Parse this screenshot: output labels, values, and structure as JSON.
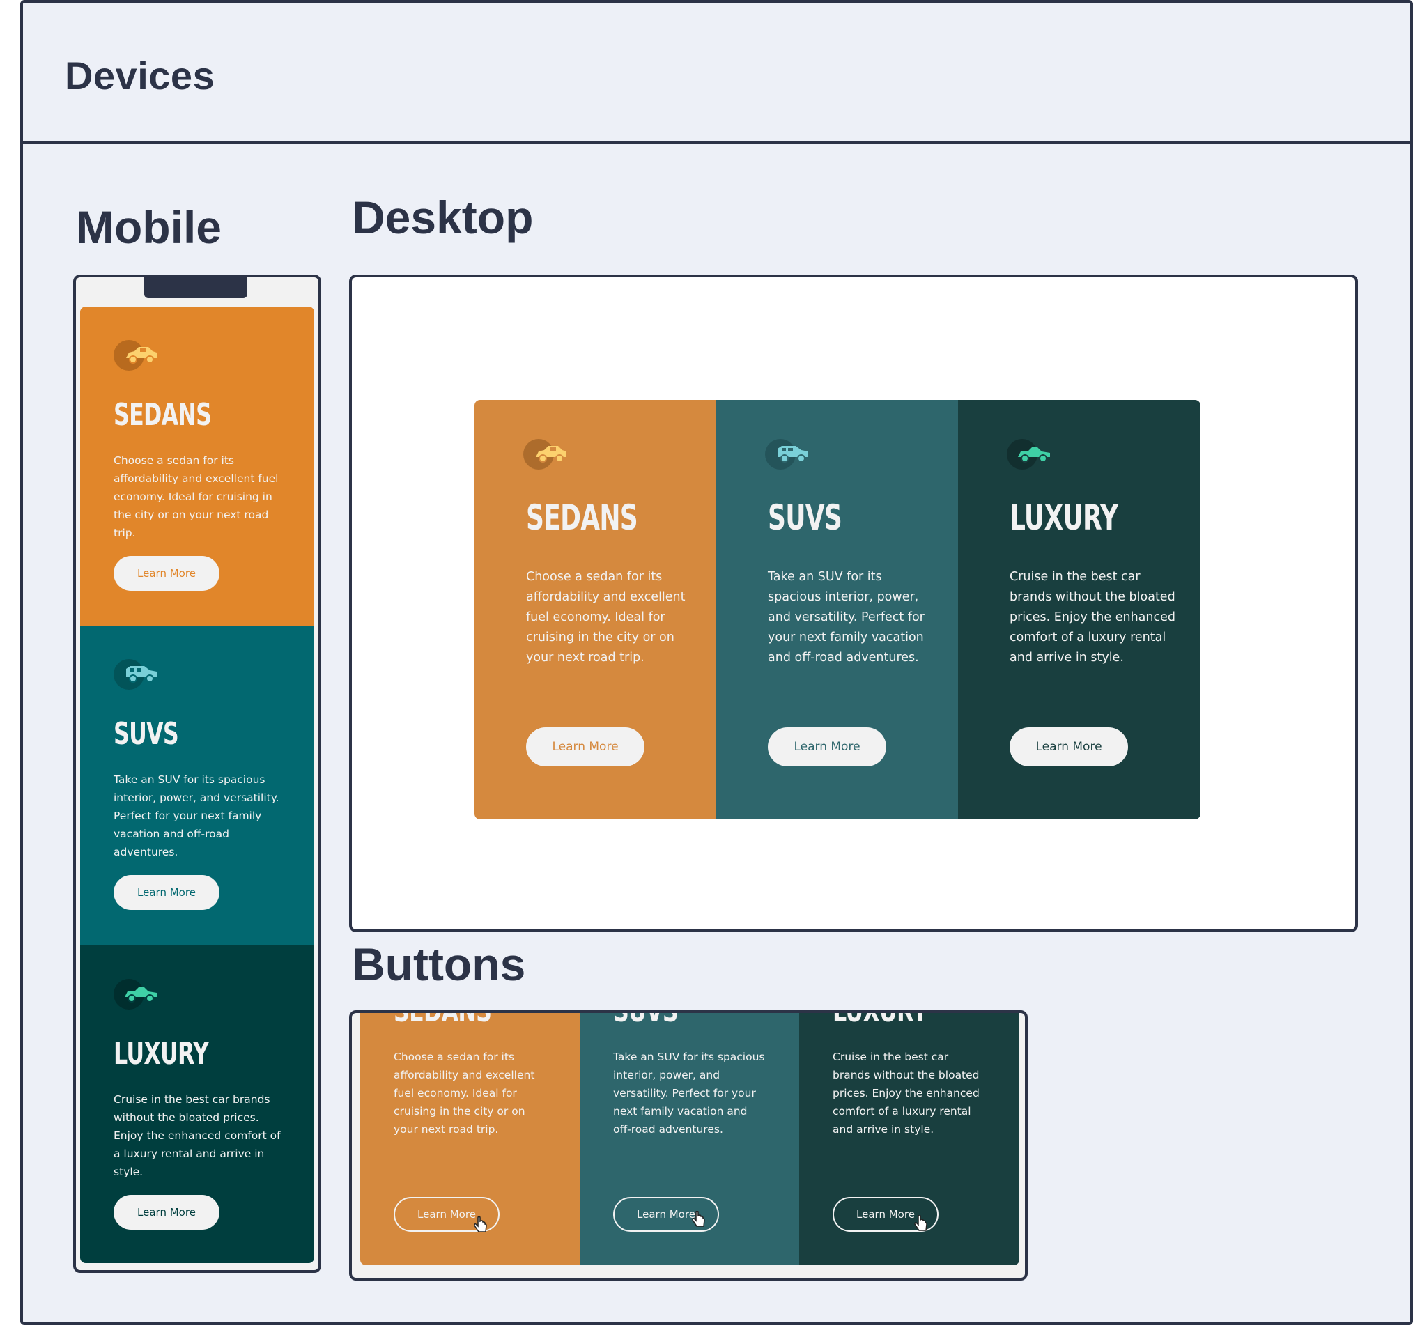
{
  "header": {
    "title": "Devices"
  },
  "sections": {
    "mobile": "Mobile",
    "desktop": "Desktop",
    "buttons": "Buttons"
  },
  "colors": {
    "sedans": "#e1862a",
    "suvs": "#026870",
    "luxury": "#003e3e",
    "sedans_soft": "#d5893e",
    "suvs_soft": "#2e666c",
    "luxury_soft": "#193f3f"
  },
  "cards": [
    {
      "title": "SEDANS",
      "icon": "sedan-car-icon",
      "description": "Choose a sedan for its affordability and excellent fuel economy. Ideal for cruising in the city or on your next road trip.",
      "button": "Learn More"
    },
    {
      "title": "SUVS",
      "icon": "suv-car-icon",
      "description": "Take an SUV for its spacious interior, power, and versatility. Perfect for your next family vacation and off-road adventures.",
      "button": "Learn More"
    },
    {
      "title": "LUXURY",
      "icon": "luxury-car-icon",
      "description": "Cruise in the best car brands without the bloated prices. Enjoy the enhanced comfort of a luxury rental and arrive in style.",
      "button": "Learn More"
    }
  ]
}
